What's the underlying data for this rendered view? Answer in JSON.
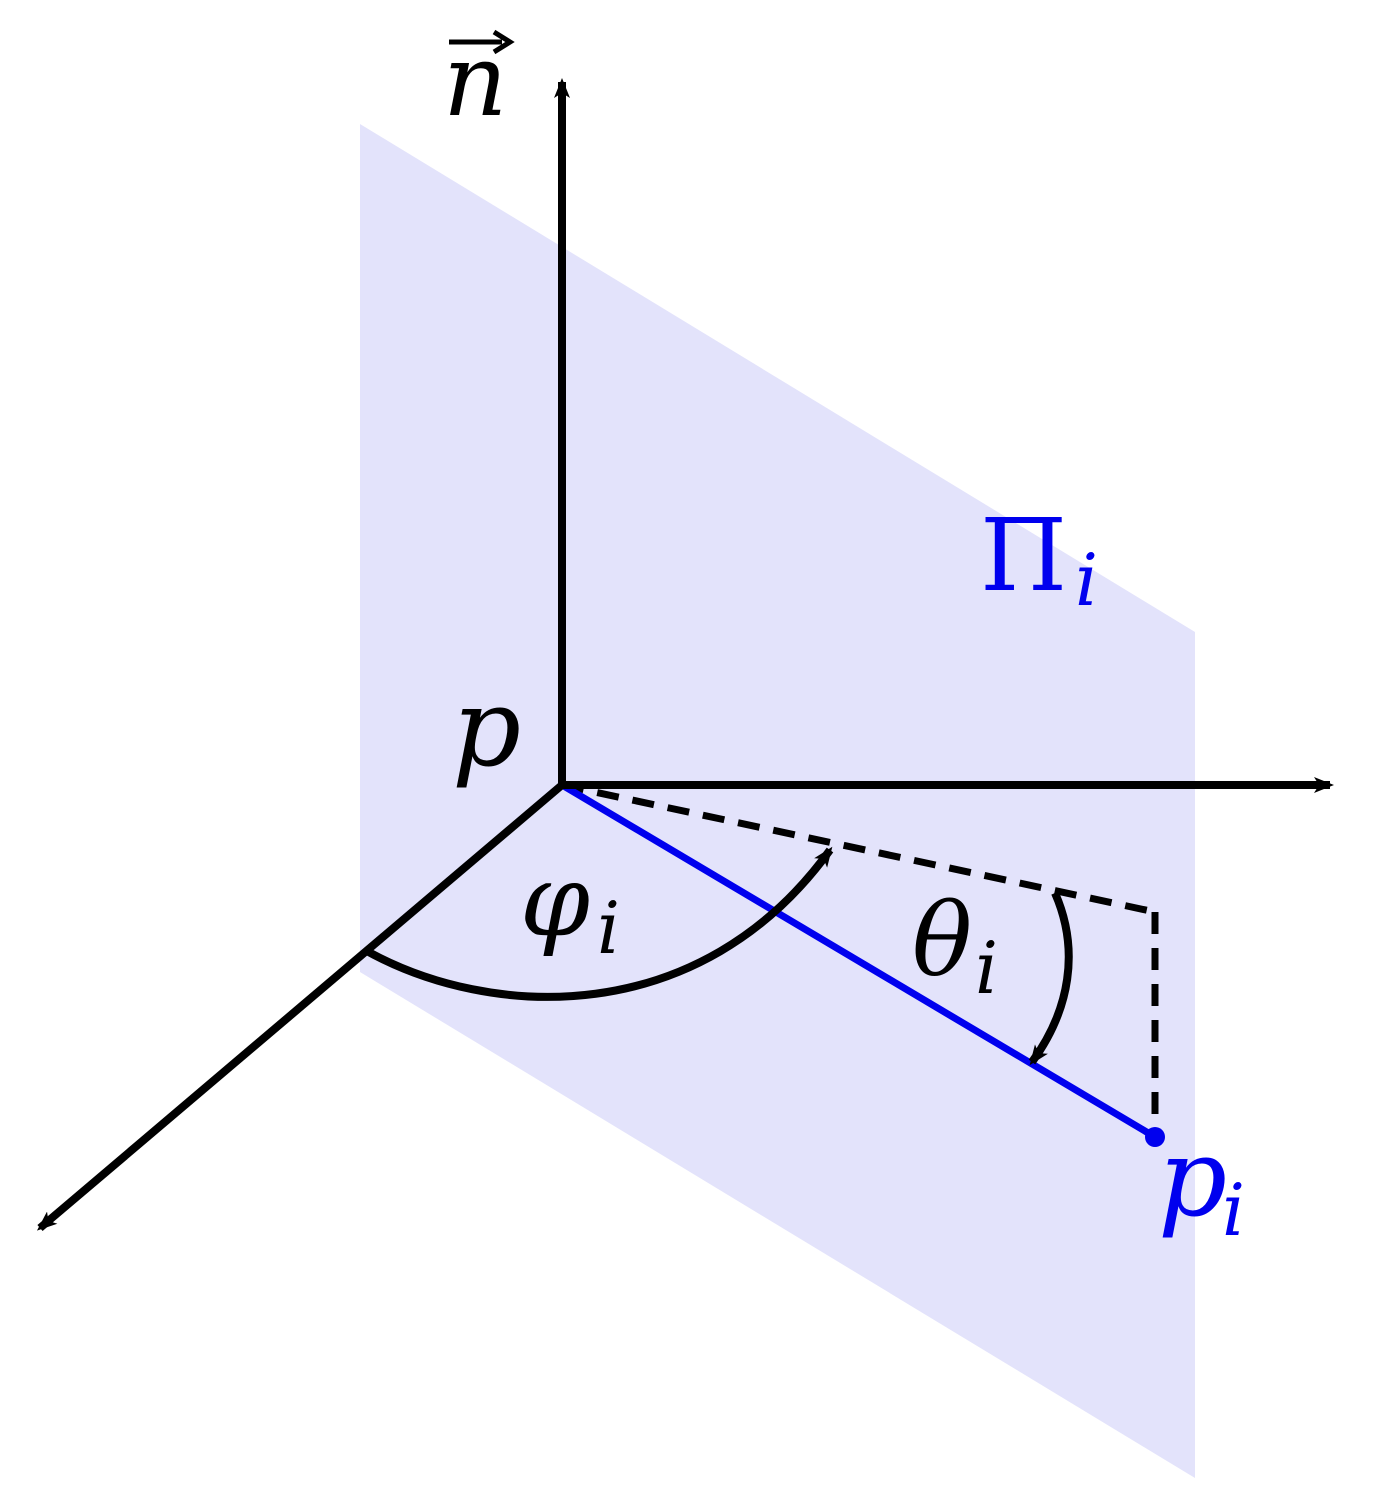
{
  "labels": {
    "normal_vector": "n",
    "origin_point": "p",
    "plane_symbol": "Π",
    "plane_subscript": "i",
    "azimuth_symbol": "φ",
    "azimuth_subscript": "i",
    "elevation_symbol": "θ",
    "elevation_subscript": "i",
    "neighbor_symbol": "p",
    "neighbor_subscript": "i"
  },
  "colors": {
    "plane_fill": "#e3e3fb",
    "axis_stroke": "#000000",
    "highlight_blue": "#0000ee",
    "background": "#ffffff"
  }
}
